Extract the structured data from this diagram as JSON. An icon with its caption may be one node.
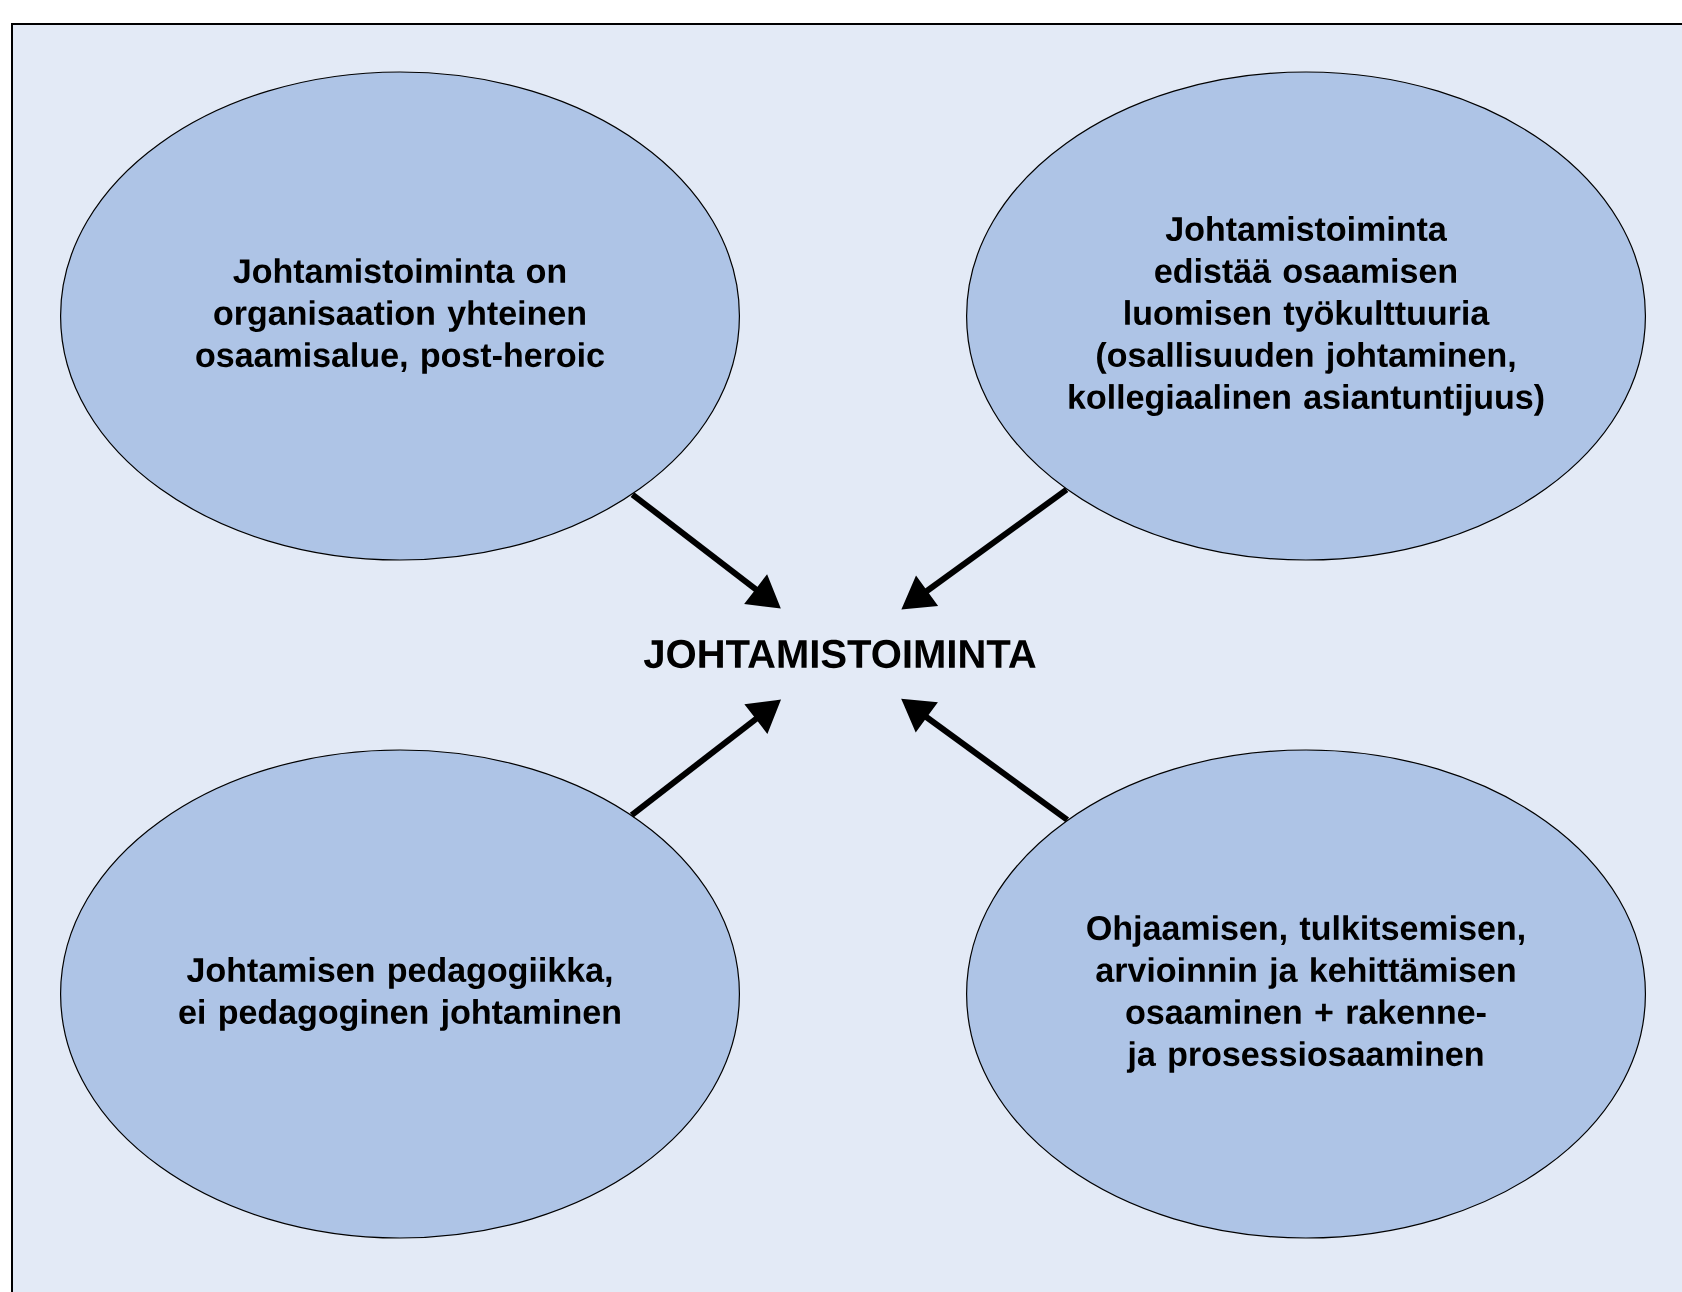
{
  "diagram": {
    "nodes": [
      {
        "text": [
          "JOHTAMISTOIMINTA"
        ]
      },
      {
        "text": [
          "Johtamistoiminta on organisaation yhteinen osaamisalue, post-heroic"
        ]
      },
      {
        "text": [
          "Johtamistoiminta edistää osaamisen luomisen työkulttuuria (osallisuuden johtaminen, kollegiaalinen asiantuntijuus)"
        ]
      },
      {
        "text": [
          "Johtamisen pedagogiikka, ei pedagoginen johtaminen"
        ]
      },
      {
        "text": [
          "Ohjaamisen, tulkitsemisen, arvioinnin ja kehittämisen osaaminen + rakenne- ja prosessiosaaminen"
        ]
      }
    ],
    "edges": [
      {
        "from": 1,
        "to": 0,
        "arrow": "to"
      },
      {
        "from": 2,
        "to": 0,
        "arrow": "to"
      },
      {
        "from": 3,
        "to": 0,
        "arrow": "to"
      },
      {
        "from": 4,
        "to": 0,
        "arrow": "to"
      }
    ]
  }
}
